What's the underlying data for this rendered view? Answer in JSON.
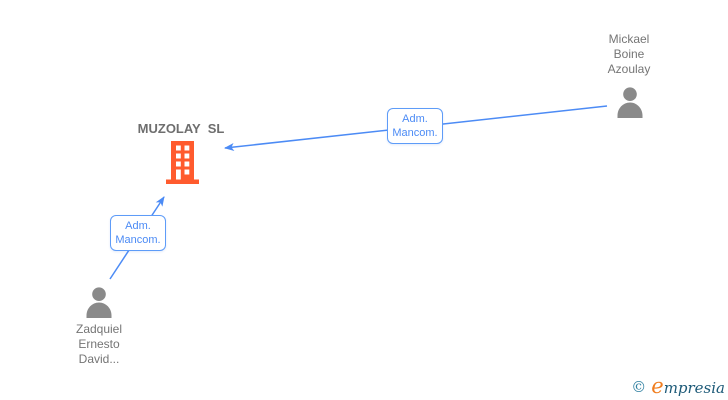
{
  "colors": {
    "arrow_blue": "#4c8bf5",
    "label_border_blue": "#5e9cf8",
    "label_text_blue": "#4c8bf5",
    "building_orange": "#ff5b2e",
    "person_gray": "#8a8a8a",
    "name_text_gray": "#757575",
    "company_text_gray": "#6e6e6e",
    "logo_teal": "#2e7fa0",
    "logo_dark": "#1d5a78",
    "logo_orange": "#f07d1f"
  },
  "company": {
    "name": "MUZOLAY  SL"
  },
  "persons": [
    {
      "name_line1": "Mickael",
      "name_line2": "Boine",
      "name_line3": "Azoulay"
    },
    {
      "name_line1": "Zadquiel",
      "name_line2": "Ernesto",
      "name_line3": "David..."
    }
  ],
  "relationships": [
    {
      "label_line1": "Adm.",
      "label_line2": "Mancom."
    },
    {
      "label_line1": "Adm.",
      "label_line2": "Mancom."
    }
  ],
  "watermark": {
    "copyright_symbol": "©",
    "brand_initial": "e",
    "brand_rest": "mpresia"
  }
}
